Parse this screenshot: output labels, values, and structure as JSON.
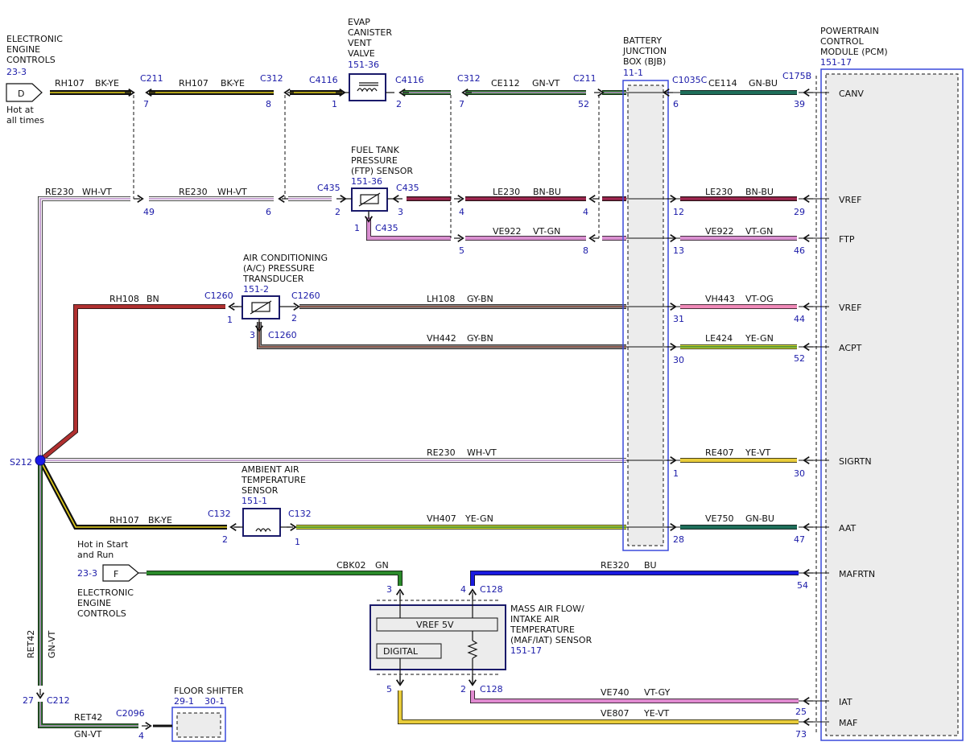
{
  "colors": {
    "BK-YE": [
      "#111111",
      "#e8d21a"
    ],
    "WH-VT": [
      "#ffffff",
      "#b98bc7"
    ],
    "GN-VT": [
      "#2e7d2e",
      "#b98bc7"
    ],
    "BN-BU": [
      "#7a1f3a",
      "#b02a5a"
    ],
    "VT-GN": [
      "#d98fd0",
      "#d98fd0"
    ],
    "BN": [
      "#b03030",
      "#b03030"
    ],
    "GY-BN": [
      "#8a8a8a",
      "#8a4a3a"
    ],
    "VT-OG": [
      "#f08ab8",
      "#f08ab8"
    ],
    "YE-GN": [
      "#d8e23a",
      "#2e7d2e"
    ],
    "YE-VT": [
      "#e8cc3a",
      "#e8cc3a"
    ],
    "GN-BU": [
      "#1f6f5a",
      "#1f6f5a"
    ],
    "GN": [
      "#2a8a2a",
      "#2a8a2a"
    ],
    "BU": [
      "#1a1ae0",
      "#1a1ae0"
    ],
    "VT-GY": [
      "#e08ad0",
      "#e08ad0"
    ],
    "junction": "#1a1ae8",
    "label_blue": "#1a1aa8"
  },
  "components": {
    "eec_top": {
      "title": [
        "ELECTRONIC",
        "ENGINE",
        "CONTROLS"
      ],
      "ref": "23-3",
      "pin": "D",
      "note": [
        "Hot at",
        "all times"
      ]
    },
    "evap": {
      "title": [
        "EVAP",
        "CANISTER",
        "VENT",
        "VALVE"
      ],
      "ref": "151-36"
    },
    "ftp": {
      "title": [
        "FUEL TANK",
        "PRESSURE",
        "(FTP) SENSOR"
      ],
      "ref": "151-36"
    },
    "ac": {
      "title": [
        "AIR CONDITIONING",
        "(A/C) PRESSURE",
        "TRANSDUCER"
      ],
      "ref": "151-2"
    },
    "aat": {
      "title": [
        "AMBIENT AIR",
        "TEMPERATURE",
        "SENSOR"
      ],
      "ref": "151-1"
    },
    "bjb": {
      "title": [
        "BATTERY",
        "JUNCTION",
        "BOX (BJB)"
      ],
      "ref": "11-1"
    },
    "pcm": {
      "title": [
        "POWERTRAIN",
        "CONTROL",
        "MODULE (PCM)"
      ],
      "ref": "151-17"
    },
    "maf": {
      "title": [
        "MASS AIR FLOW/",
        "INTAKE AIR",
        "TEMPERATURE",
        "(MAF/IAT) SENSOR"
      ],
      "ref": "151-17",
      "vref_label": "VREF 5V",
      "digital_label": "DIGITAL"
    },
    "eec_bottom": {
      "pin": "F",
      "ref": "23-3",
      "title": [
        "ELECTRONIC",
        "ENGINE",
        "CONTROLS"
      ],
      "note": [
        "Hot in Start",
        "and Run"
      ]
    },
    "floor_shifter": {
      "title": "FLOOR SHIFTER",
      "refs": [
        "29-1",
        "30-1"
      ]
    },
    "splice": {
      "label": "S212"
    }
  },
  "pcm_pins": [
    "CANV",
    "VREF",
    "FTP",
    "VREF",
    "ACPT",
    "SIGRTN",
    "AAT",
    "MAFRTN",
    "IAT",
    "MAF"
  ],
  "wires": [
    {
      "circuit": "RH107",
      "color": "BK-YE"
    },
    {
      "circuit": "RH107",
      "color": "BK-YE"
    },
    {
      "circuit": "CE112",
      "color": "GN-VT"
    },
    {
      "circuit": "CE114",
      "color": "GN-BU"
    },
    {
      "circuit": "RE230",
      "color": "WH-VT"
    },
    {
      "circuit": "RE230",
      "color": "WH-VT"
    },
    {
      "circuit": "LE230",
      "color": "BN-BU"
    },
    {
      "circuit": "LE230",
      "color": "BN-BU"
    },
    {
      "circuit": "VE922",
      "color": "VT-GN"
    },
    {
      "circuit": "VE922",
      "color": "VT-GN"
    },
    {
      "circuit": "RH108",
      "color": "BN"
    },
    {
      "circuit": "LH108",
      "color": "GY-BN"
    },
    {
      "circuit": "VH443",
      "color": "VT-OG"
    },
    {
      "circuit": "VH442",
      "color": "GY-BN"
    },
    {
      "circuit": "LE424",
      "color": "YE-GN"
    },
    {
      "circuit": "RE230",
      "color": "WH-VT"
    },
    {
      "circuit": "RE407",
      "color": "YE-VT"
    },
    {
      "circuit": "RH107",
      "color": "BK-YE"
    },
    {
      "circuit": "VH407",
      "color": "YE-GN"
    },
    {
      "circuit": "VE750",
      "color": "GN-BU"
    },
    {
      "circuit": "CBK02",
      "color": "GN"
    },
    {
      "circuit": "RE320",
      "color": "BU"
    },
    {
      "circuit": "VE740",
      "color": "VT-GY"
    },
    {
      "circuit": "VE807",
      "color": "YE-VT"
    },
    {
      "circuit": "RET42",
      "color": "GN-VT"
    },
    {
      "circuit": "RET42",
      "color": "GN-VT"
    }
  ],
  "connectors": [
    "C211",
    "C312",
    "C4116",
    "C4116",
    "C312",
    "C211",
    "C1035C",
    "C175B",
    "C435",
    "C435",
    "C435",
    "C1260",
    "C1260",
    "C1260",
    "C132",
    "C132",
    "C128",
    "C128",
    "C212",
    "C2096"
  ],
  "pins": [
    "7",
    "8",
    "1",
    "2",
    "7",
    "52",
    "6",
    "39",
    "49",
    "6",
    "2",
    "3",
    "1",
    "4",
    "4",
    "12",
    "29",
    "5",
    "8",
    "13",
    "46",
    "1",
    "2",
    "3",
    "31",
    "44",
    "30",
    "52",
    "1",
    "30",
    "2",
    "1",
    "28",
    "47",
    "54",
    "3",
    "4",
    "5",
    "2",
    "25",
    "73",
    "27",
    "4"
  ]
}
